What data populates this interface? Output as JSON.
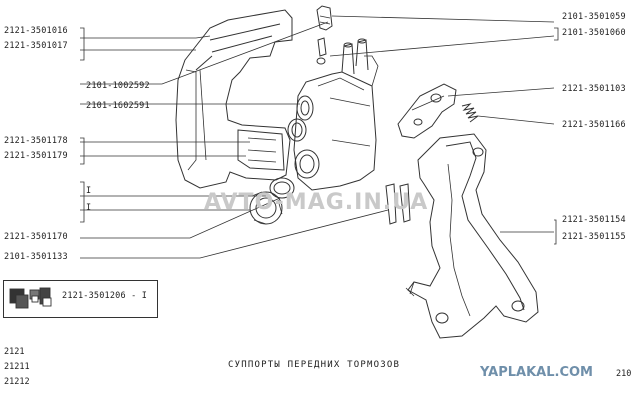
{
  "diagram": {
    "parts": [
      {
        "id": "p1",
        "number": "2121-3501016"
      },
      {
        "id": "p2",
        "number": "2121-3501017"
      },
      {
        "id": "p3",
        "number": "2101-1002592"
      },
      {
        "id": "p4",
        "number": "2101-1602591"
      },
      {
        "id": "p5",
        "number": "2121-3501178"
      },
      {
        "id": "p6",
        "number": "2121-3501179"
      },
      {
        "id": "p7",
        "number": "I"
      },
      {
        "id": "p8",
        "number": "I"
      },
      {
        "id": "p9",
        "number": "2121-3501170"
      },
      {
        "id": "p10",
        "number": "2101-3501133"
      },
      {
        "id": "p11",
        "number": "2101-3501059"
      },
      {
        "id": "p12",
        "number": "2101-3501060"
      },
      {
        "id": "p13",
        "number": "2121-3501103"
      },
      {
        "id": "p14",
        "number": "2121-3501166"
      },
      {
        "id": "p15",
        "number": "2121-3501154"
      },
      {
        "id": "p16",
        "number": "2121-3501155"
      }
    ],
    "kit": {
      "number": "2121-3501206 - I"
    },
    "caption": "СУППОРТЫ ПЕРЕДНИХ ТОРМОЗОВ",
    "models": [
      "2121",
      "21211",
      "21212"
    ],
    "page_number": "210"
  },
  "watermarks": {
    "center": "AVTO-MAG.IN.UA",
    "corner": "YAPLAKAL.COM"
  },
  "colors": {
    "line": "#333333",
    "text": "#222222",
    "watermark_center": "#c9c9c9",
    "watermark_corner": "#6f8faa"
  }
}
